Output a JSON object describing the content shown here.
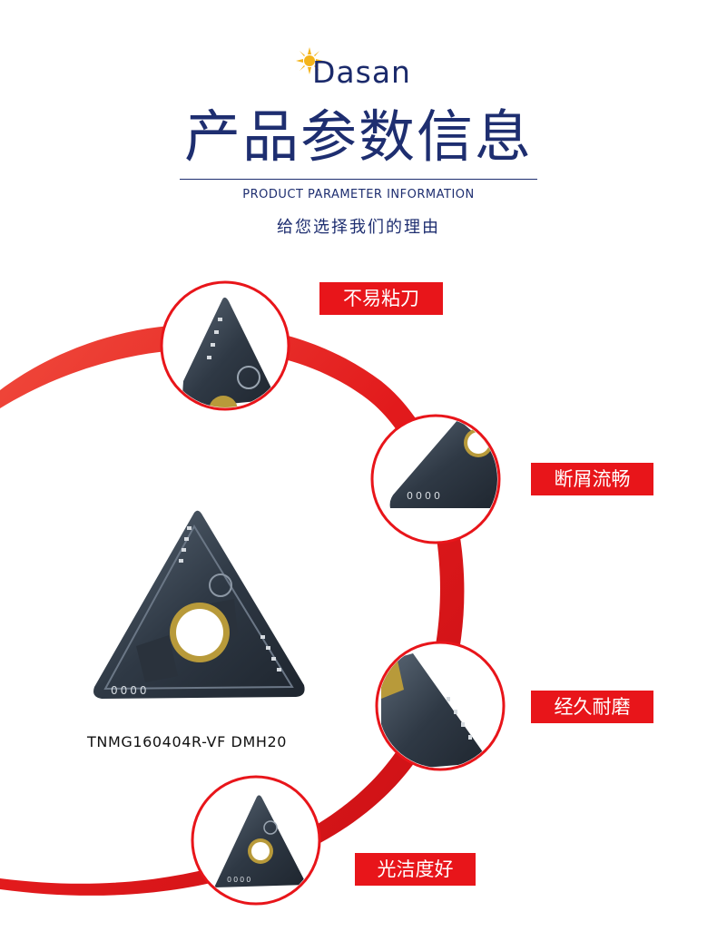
{
  "brand": {
    "name": "Dasan",
    "logo_color": "#1b2a6b",
    "sun_color": "#f4b41a"
  },
  "header": {
    "title": "产品参数信息",
    "subtitle_en": "PRODUCT PARAMETER INFORMATION",
    "subtitle_cn": "给您选择我们的理由"
  },
  "features": [
    {
      "label": "不易粘刀"
    },
    {
      "label": "断屑流畅"
    },
    {
      "label": "经久耐磨"
    },
    {
      "label": "光洁度好"
    }
  ],
  "product": {
    "model": "TNMG160404R-VF DMH20",
    "marking": "0000"
  },
  "colors": {
    "accent_red": "#e8151a",
    "navy": "#1e2e70",
    "insert_dark": "#3a4654"
  }
}
